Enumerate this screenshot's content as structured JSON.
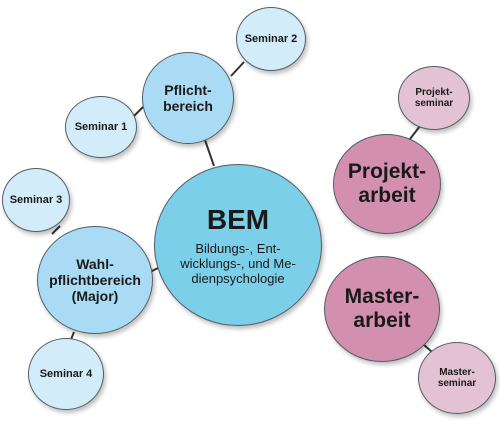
{
  "nodes": {
    "bem": {
      "title": "BEM",
      "subtitle": "Bildungs-, Ent-\nwicklungs-, und Me-\ndienpsychologie"
    },
    "pflichtbereich": {
      "label": "Pflicht-\nbereich"
    },
    "wahlpflichtbereich": {
      "label": "Wahl-\npflichtbereich\n(Major)"
    },
    "seminar_1": {
      "label": "Seminar 1"
    },
    "seminar_2": {
      "label": "Seminar 2"
    },
    "seminar_3": {
      "label": "Seminar 3"
    },
    "seminar_4": {
      "label": "Seminar 4"
    },
    "projektarbeit": {
      "label": "Projekt-\narbeit"
    },
    "projektseminar": {
      "label": "Projekt-\nseminar"
    },
    "masterarbeit": {
      "label": "Master-\narbeit"
    },
    "masterseminar": {
      "label": "Master-\nseminar"
    }
  },
  "colors": {
    "blue_main": "#7ccfe9",
    "blue_mid": "#a9dcf4",
    "blue_light": "#d3ecfa",
    "pink_main": "#d28fae",
    "pink_light": "#e3c2d3",
    "connector": "#333333"
  }
}
